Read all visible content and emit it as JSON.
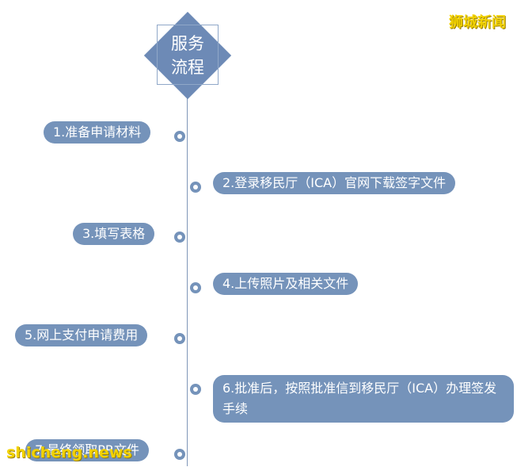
{
  "brand": "狮城新闻",
  "watermark": "shicheng.news",
  "title_lines": [
    "服务",
    "流程"
  ],
  "steps": [
    "1.准备申请材料",
    "2.登录移民厅（ICA）官网下载签字文件",
    "3.填写表格",
    "4.上传照片及相关文件",
    "5.网上支付申请费用",
    "6.批准后，按照批准信到移民厅（ICA）办理签发手续",
    "7.最终领取PR文件"
  ],
  "colors": {
    "accent": "#7593ba",
    "brand": "#f2d200"
  }
}
